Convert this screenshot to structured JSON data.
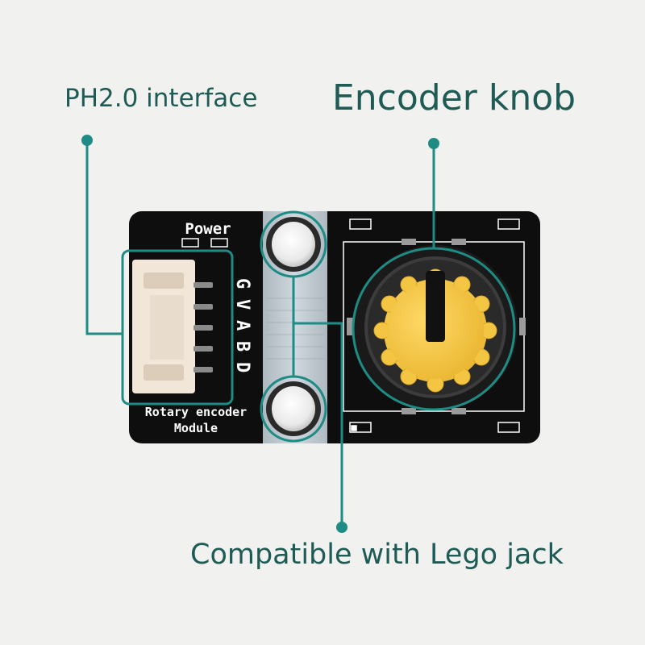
{
  "callouts": {
    "ph_interface": "PH2.0 interface",
    "encoder_knob": "Encoder knob",
    "lego_jack": "Compatible with Lego jack"
  },
  "board": {
    "power_label": "Power",
    "pins": [
      "G",
      "V",
      "A",
      "B",
      "D"
    ],
    "module_line1": "Rotary encoder",
    "module_line2": "Module"
  },
  "colors": {
    "accent": "#1e8c84",
    "board": "#0e0e0e",
    "knob": "#f4c542",
    "background": "#f1f1ef"
  }
}
